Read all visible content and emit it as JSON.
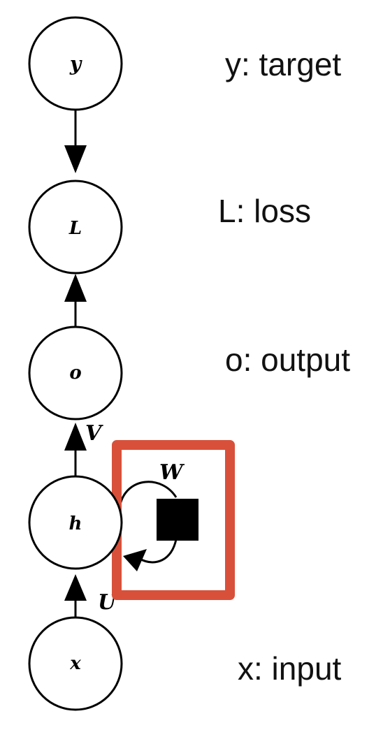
{
  "nodes": [
    {
      "id": "y",
      "label": "y"
    },
    {
      "id": "L",
      "label": "L"
    },
    {
      "id": "o",
      "label": "o"
    },
    {
      "id": "h",
      "label": "h"
    },
    {
      "id": "x",
      "label": "x"
    }
  ],
  "edges": [
    {
      "from": "y",
      "to": "L",
      "label": ""
    },
    {
      "from": "o",
      "to": "L",
      "label": ""
    },
    {
      "from": "h",
      "to": "o",
      "label": "V"
    },
    {
      "from": "x",
      "to": "h",
      "label": "U"
    },
    {
      "from": "h",
      "to": "h",
      "label": "W",
      "recurrent": true
    }
  ],
  "legend": [
    {
      "id": "y",
      "text": "y: target"
    },
    {
      "id": "L",
      "text": "L: loss"
    },
    {
      "id": "o",
      "text": "o: output"
    },
    {
      "id": "x",
      "text": "x: input"
    }
  ],
  "colors": {
    "stroke": "#000000",
    "highlight": "#D9503A",
    "text": "#111111"
  }
}
